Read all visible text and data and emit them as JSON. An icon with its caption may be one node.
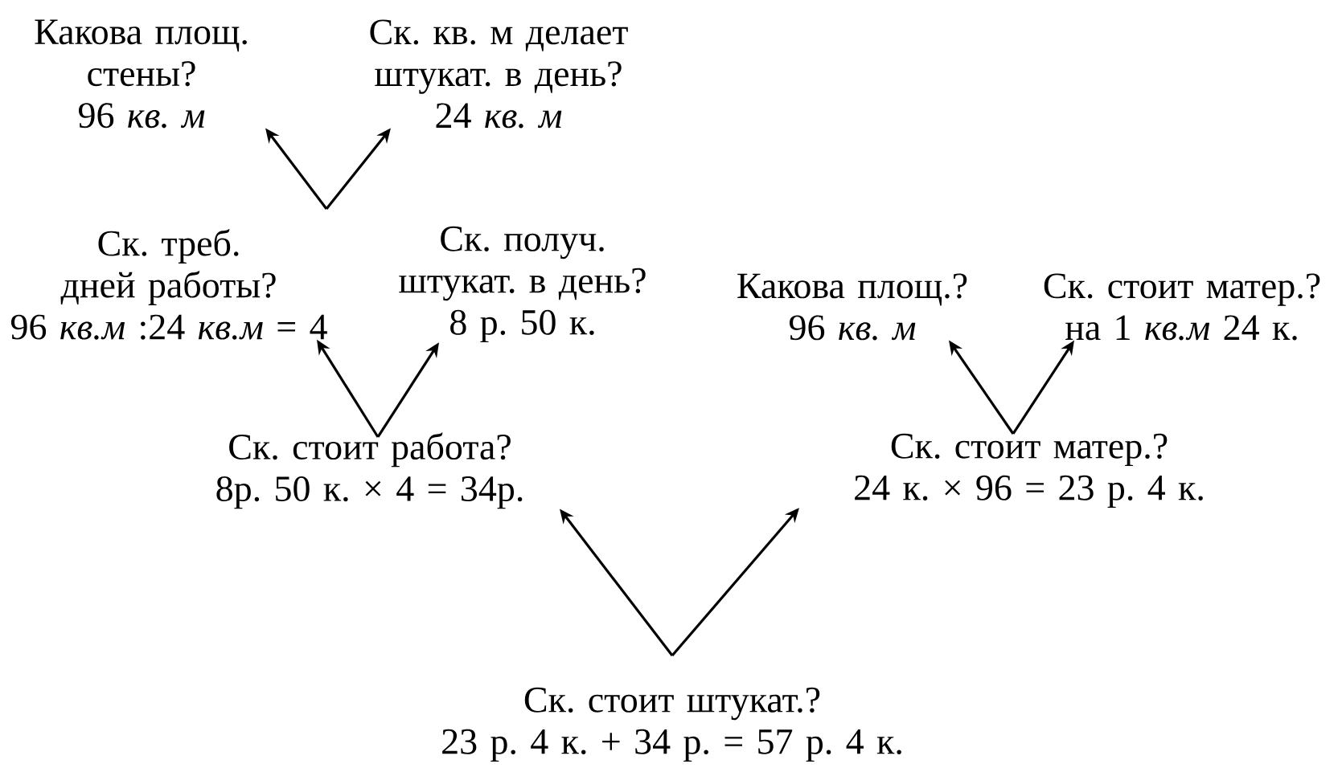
{
  "diagram": {
    "nodes": [
      {
        "text": [
          "Какова площ. стены?",
          "96 *кв. м*"
        ]
      },
      {
        "text": [
          "Ск. кв. м делает штукат. в день?",
          "24 *кв. м*"
        ]
      },
      {
        "text": [
          "Ск. треб. дней работы?",
          "96 *кв.м* :24 *кв.м* = 4"
        ]
      },
      {
        "text": [
          "Ск. получ. штукат. в день?",
          "8 р. 50 к."
        ]
      },
      {
        "text": [
          "Какова площ.?",
          "96 *кв. м*"
        ]
      },
      {
        "text": [
          "Ск. стоит матер.?",
          "на 1 *кв.м* 24 к."
        ]
      },
      {
        "text": [
          "Ск. стоит работа?",
          "8р. 50 к. × 4 = 34р."
        ]
      },
      {
        "text": [
          "Ск. стоит матер.?",
          "24 к. × 96 = 23 р. 4 к."
        ]
      },
      {
        "text": [
          "Ск. стоит штукат.?",
          "23 р. 4 к. + 34 р. = 57 р. 4 к."
        ]
      }
    ],
    "edges": [
      {
        "from": 2,
        "to": 0,
        "arrow": "to"
      },
      {
        "from": 2,
        "to": 1,
        "arrow": "to"
      },
      {
        "from": 6,
        "to": 2,
        "arrow": "to"
      },
      {
        "from": 6,
        "to": 3,
        "arrow": "to"
      },
      {
        "from": 7,
        "to": 4,
        "arrow": "to"
      },
      {
        "from": 7,
        "to": 5,
        "arrow": "to"
      },
      {
        "from": 8,
        "to": 6,
        "arrow": "to"
      },
      {
        "from": 8,
        "to": 7,
        "arrow": "to"
      }
    ]
  }
}
